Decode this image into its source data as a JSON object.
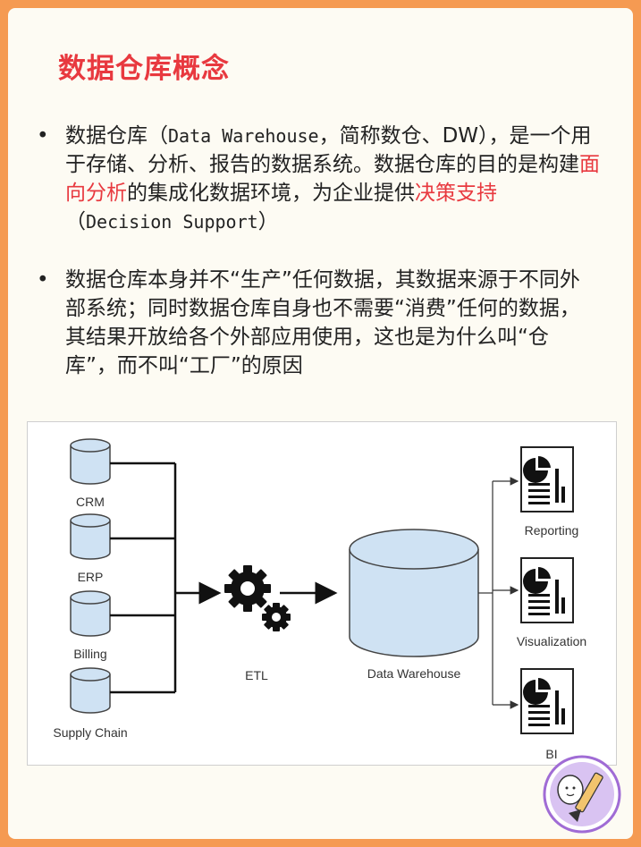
{
  "title": "数据仓库概念",
  "bullet_symbol": "•",
  "bullet1": {
    "part1": "数据仓库（",
    "part2": "Data Warehouse",
    "part3": "，简称数仓、DW），是一个用于存储、分析、报告的数据系统。数据仓库的目的是构建",
    "highlight1": "面向分析",
    "part4": "的集成化数据环境，为企业提供",
    "highlight2": "决策支持",
    "part5": "（",
    "part6": "Decision Support",
    "part7": "）"
  },
  "bullet2": {
    "text": "数据仓库本身并不“生产”任何数据，其数据来源于不同外部系统；同时数据仓库自身也不需要“消费”任何的数据，其结果开放给各个外部应用使用，这也是为什么叫“仓库”，而不叫“工厂”的原因"
  },
  "diagram": {
    "sources": [
      "CRM",
      "ERP",
      "Billing",
      "Supply Chain"
    ],
    "etl_label": "ETL",
    "warehouse_label": "Data Warehouse",
    "outputs": [
      "Reporting",
      "Visualization",
      "BI"
    ],
    "colors": {
      "cylinder_fill": "#cfe2f3",
      "stroke": "#444444",
      "line": "#111111"
    }
  }
}
